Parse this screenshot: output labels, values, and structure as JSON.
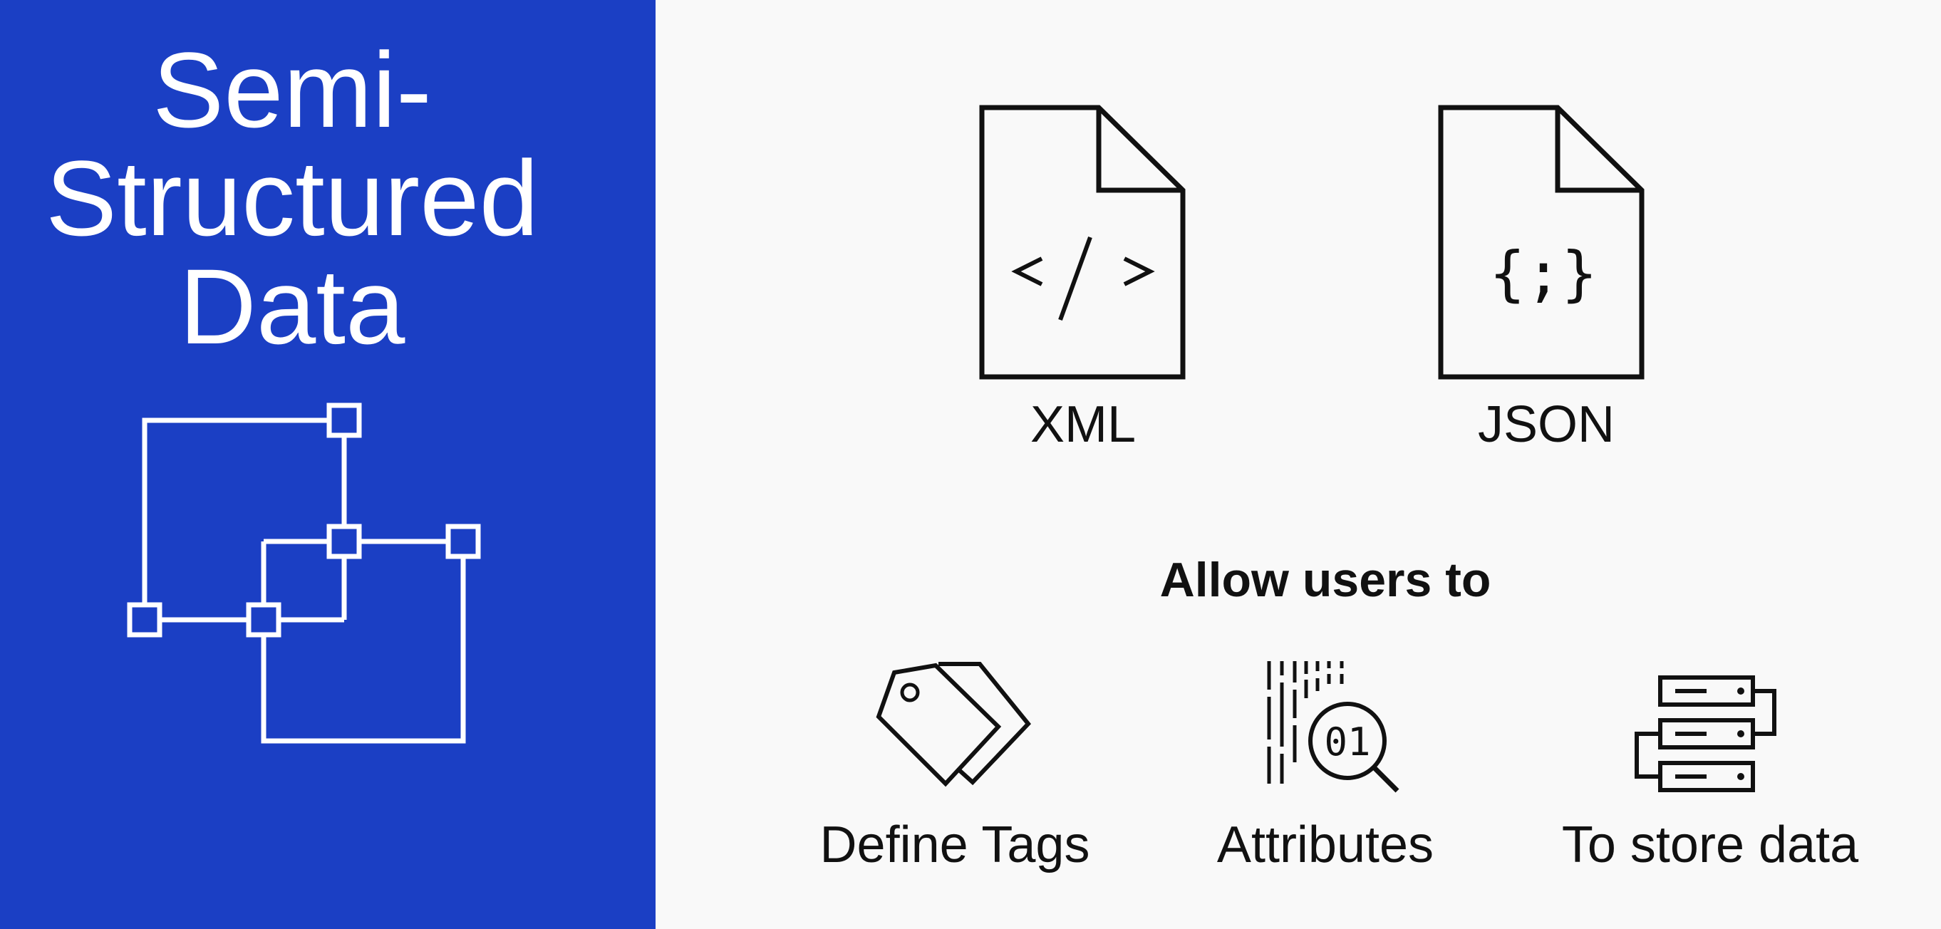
{
  "title": {
    "line1": "Semi-",
    "line2": "Structured",
    "line3": "Data"
  },
  "left_graphic": {
    "icon": "hierarchical-structure-icon"
  },
  "formats": [
    {
      "label": "XML",
      "icon": "document-code-icon",
      "glyph": "</>"
    },
    {
      "label": "JSON",
      "icon": "document-json-icon",
      "glyph": "{;}"
    }
  ],
  "allow_heading": "Allow users to",
  "capabilities": [
    {
      "label": "Define Tags",
      "icon": "tags-icon"
    },
    {
      "label": "Attributes",
      "icon": "data-attributes-icon",
      "glyph": "01"
    },
    {
      "label": "To store data",
      "icon": "server-storage-icon"
    }
  ],
  "colors": {
    "panel_blue": "#1b3fc4",
    "background": "#f9f9f9",
    "ink": "#111111",
    "white": "#ffffff"
  }
}
